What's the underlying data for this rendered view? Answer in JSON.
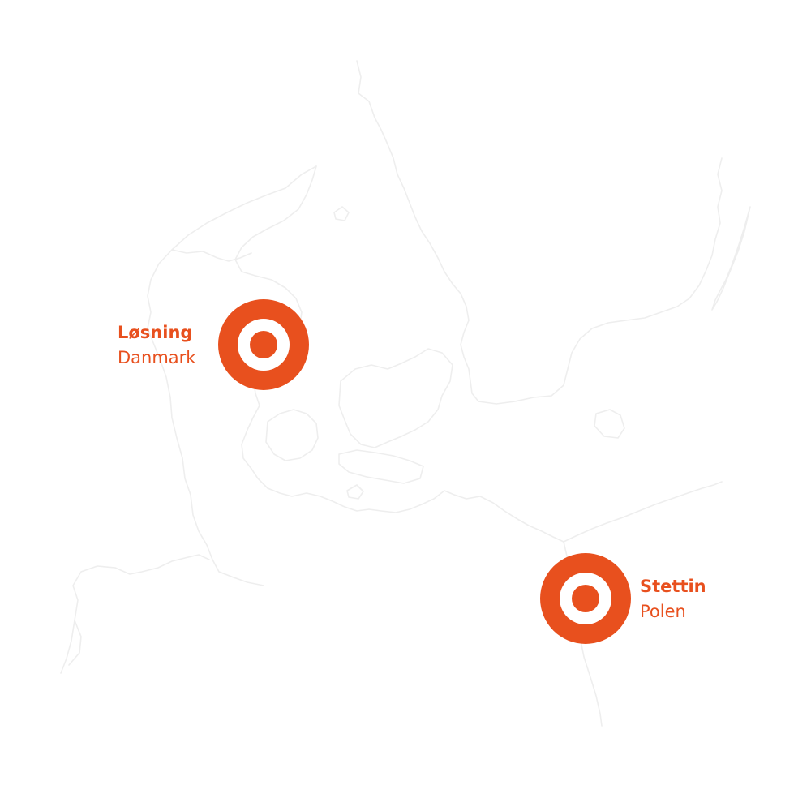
{
  "colors": {
    "accent": "#e8501e",
    "coastline": "#eeeeee",
    "background": "#ffffff"
  },
  "locations": [
    {
      "city": "Løsning",
      "country": "Danmark"
    },
    {
      "city": "Stettin",
      "country": "Polen"
    }
  ],
  "icons": [
    "location-target-icon",
    "location-target-icon"
  ]
}
